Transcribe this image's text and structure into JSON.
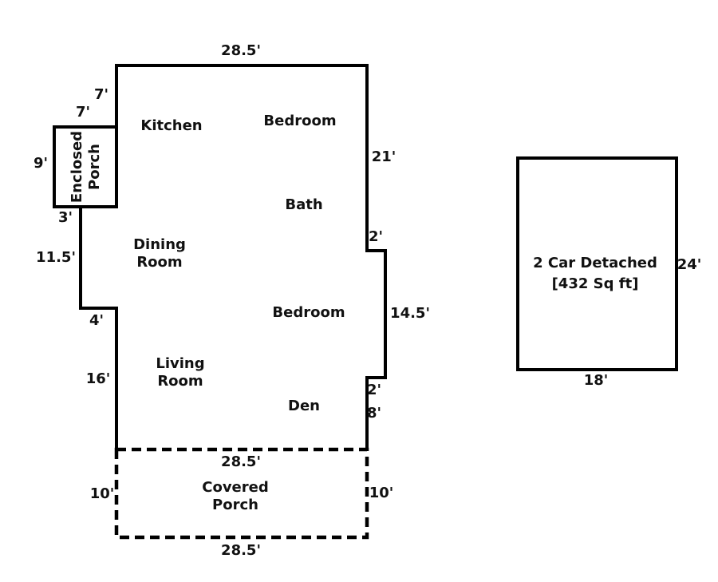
{
  "colors": {
    "wall": "#000000",
    "text": "#111111",
    "background": "#ffffff"
  },
  "house": {
    "rooms": {
      "kitchen": "Kitchen",
      "bedroom_top": "Bedroom",
      "bath": "Bath",
      "dining": {
        "line1": "Dining",
        "line2": "Room"
      },
      "bedroom_mid": "Bedroom",
      "living": {
        "line1": "Living",
        "line2": "Room"
      },
      "den": "Den"
    },
    "dims": {
      "top_width": "28.5'",
      "left_upper_wall": "7'",
      "left_mid": "11.5'",
      "left_step": "4'",
      "left_lower": "16'",
      "right_upper": "21'",
      "right_step_upper": "2'",
      "right_mid": "14.5'",
      "right_step_lower": "2'",
      "right_lower": "8'"
    }
  },
  "enclosed_porch": {
    "name": {
      "line1": "Enclosed",
      "line2": "Porch"
    },
    "dims": {
      "left": "9'",
      "top": "7'",
      "bottom": "3'"
    }
  },
  "covered_porch": {
    "name": {
      "line1": "Covered",
      "line2": "Porch"
    },
    "dims": {
      "top": "28.5'",
      "bottom": "28.5'",
      "left": "10'",
      "right": "10'"
    }
  },
  "garage": {
    "name": "2 Car Detached",
    "area": "[432 Sq ft]",
    "dims": {
      "height": "24'",
      "width": "18'"
    }
  }
}
